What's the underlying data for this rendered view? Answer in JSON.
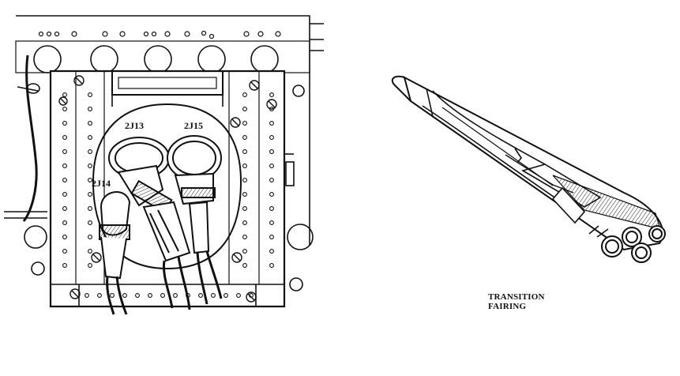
{
  "figure": {
    "left_panel": {
      "connector_labels": {
        "a": "2J13",
        "b": "2J15",
        "c": "2J14"
      }
    },
    "right_panel": {
      "caption": {
        "line1": "TRANSITION",
        "line2": "FAIRING"
      }
    }
  }
}
